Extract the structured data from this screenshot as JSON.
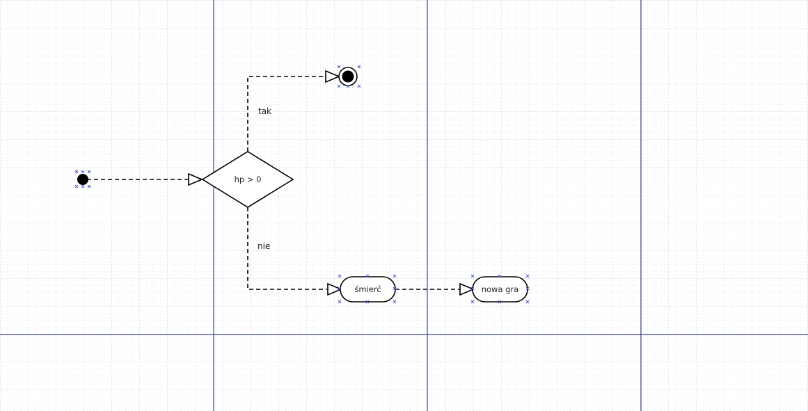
{
  "diagram": {
    "decision": {
      "label": "hp > 0"
    },
    "edges": {
      "yes_label": "tak",
      "no_label": "nie"
    },
    "actions": {
      "death": "śmierć",
      "new_game": "nowa gra"
    }
  },
  "colors": {
    "background": "#ffffff",
    "minor_grid": "#dde3ea",
    "major_grid": "#c9d3e0",
    "page_break": "#1a237e",
    "stroke": "#000000",
    "handle": "#3f51d6"
  }
}
